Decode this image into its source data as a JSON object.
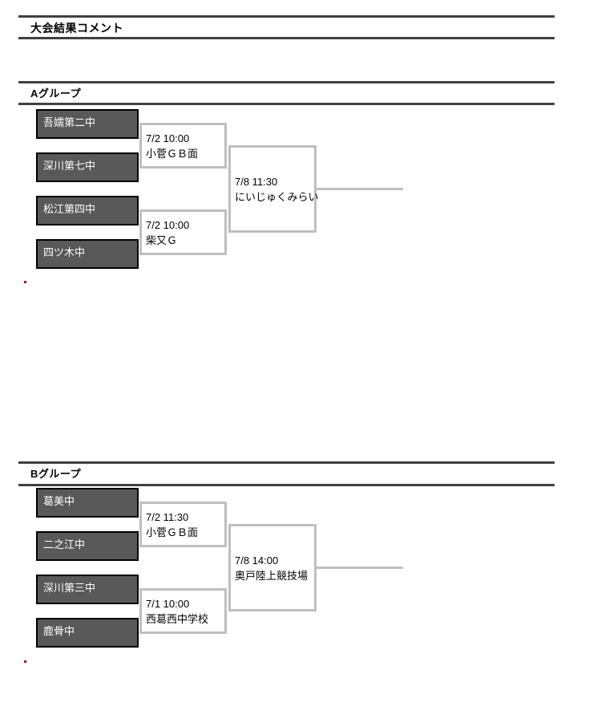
{
  "comment_section": {
    "title": "大会結果コメント"
  },
  "groups": [
    {
      "title": "Aグループ",
      "teams": [
        "吾嬬第二中",
        "深川第七中",
        "松江第四中",
        "四ツ木中"
      ],
      "matches": [
        {
          "datetime": "7/2 10:00",
          "venue": "小菅ＧＢ面"
        },
        {
          "datetime": "7/2 10:00",
          "venue": "柴又Ｇ"
        }
      ],
      "final": {
        "datetime": "7/8 11:30",
        "venue": "にいじゅくみらい"
      }
    },
    {
      "title": "Bグループ",
      "teams": [
        "葛美中",
        "二之江中",
        "深川第三中",
        "鹿骨中"
      ],
      "matches": [
        {
          "datetime": "7/2 11:30",
          "venue": "小菅ＧＢ面"
        },
        {
          "datetime": "7/1 10:00",
          "venue": "西葛西中学校"
        }
      ],
      "final": {
        "datetime": "7/8 14:00",
        "venue": "奥戸陸上競技場"
      }
    }
  ],
  "colors": {
    "team_box_fill": "#595959",
    "team_box_text": "#ffffff",
    "bracket_line": "#bfbfbf",
    "section_rule": "#404040",
    "marker_dot": "#c00000"
  }
}
